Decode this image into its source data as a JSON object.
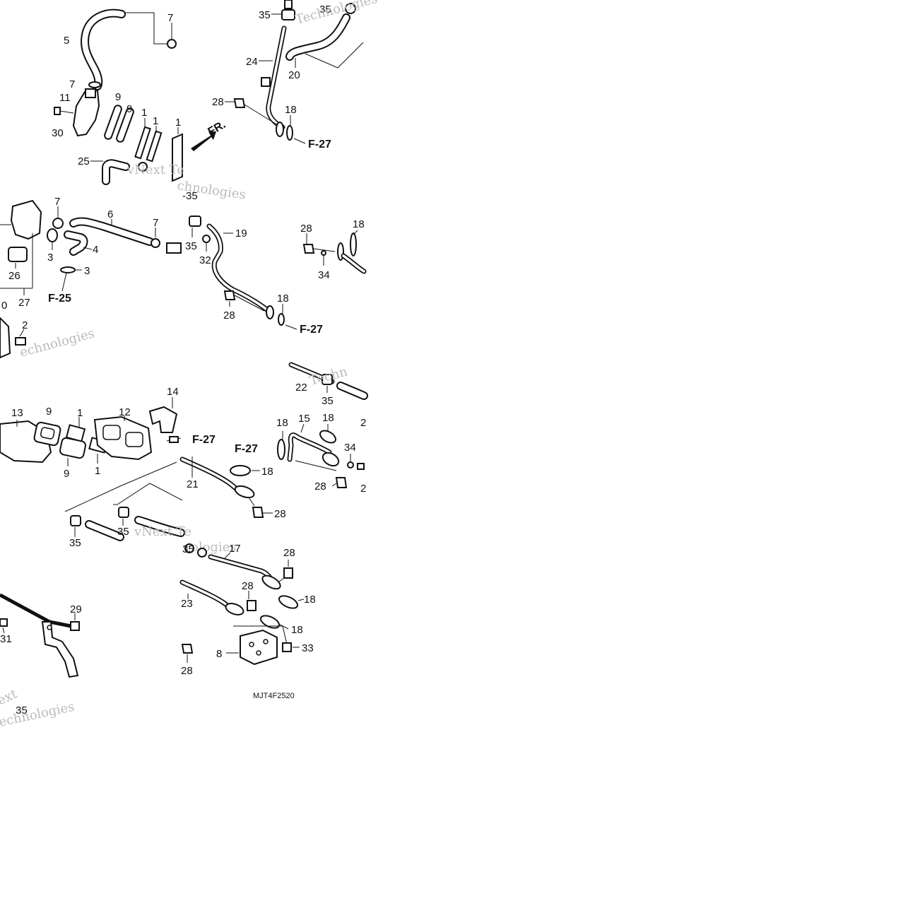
{
  "drawing_code": "MJT4F2520",
  "direction_label": "FR.",
  "watermarks": [
    "Technologies",
    "vNext Te",
    "chnologies",
    "ext",
    "echnologies",
    "vNext Te",
    "Techn",
    "ologies",
    "-35",
    "35"
  ],
  "references": [
    "F-27",
    "F-25",
    "F-27",
    "F-27",
    "F-27"
  ],
  "panels": {
    "p1": {
      "labels": [
        "5",
        "7",
        "7",
        "11",
        "30",
        "9",
        "9",
        "1",
        "1",
        "1",
        "25"
      ]
    },
    "p2": {
      "labels": [
        "35",
        "35",
        "24",
        "20",
        "28",
        "18"
      ]
    },
    "p3": {
      "labels": [
        "7",
        "6",
        "7",
        "3",
        "4",
        "3",
        "26",
        "27",
        "0",
        "2"
      ]
    },
    "p4": {
      "labels": [
        "35",
        "19",
        "32",
        "18",
        "28",
        "28",
        "18",
        "34"
      ]
    },
    "p5": {
      "labels": [
        "13",
        "9",
        "1",
        "12",
        "14",
        "9",
        "1",
        "35",
        "35"
      ]
    },
    "p6": {
      "labels": [
        "22",
        "35",
        "18",
        "15",
        "18",
        "2",
        "34",
        "18",
        "21",
        "28",
        "2",
        "28"
      ]
    },
    "p7": {
      "labels": [
        "29",
        "31",
        "35"
      ]
    },
    "p8": {
      "labels": [
        "17",
        "28",
        "28",
        "23",
        "18",
        "18",
        "33",
        "8",
        "28"
      ]
    }
  }
}
